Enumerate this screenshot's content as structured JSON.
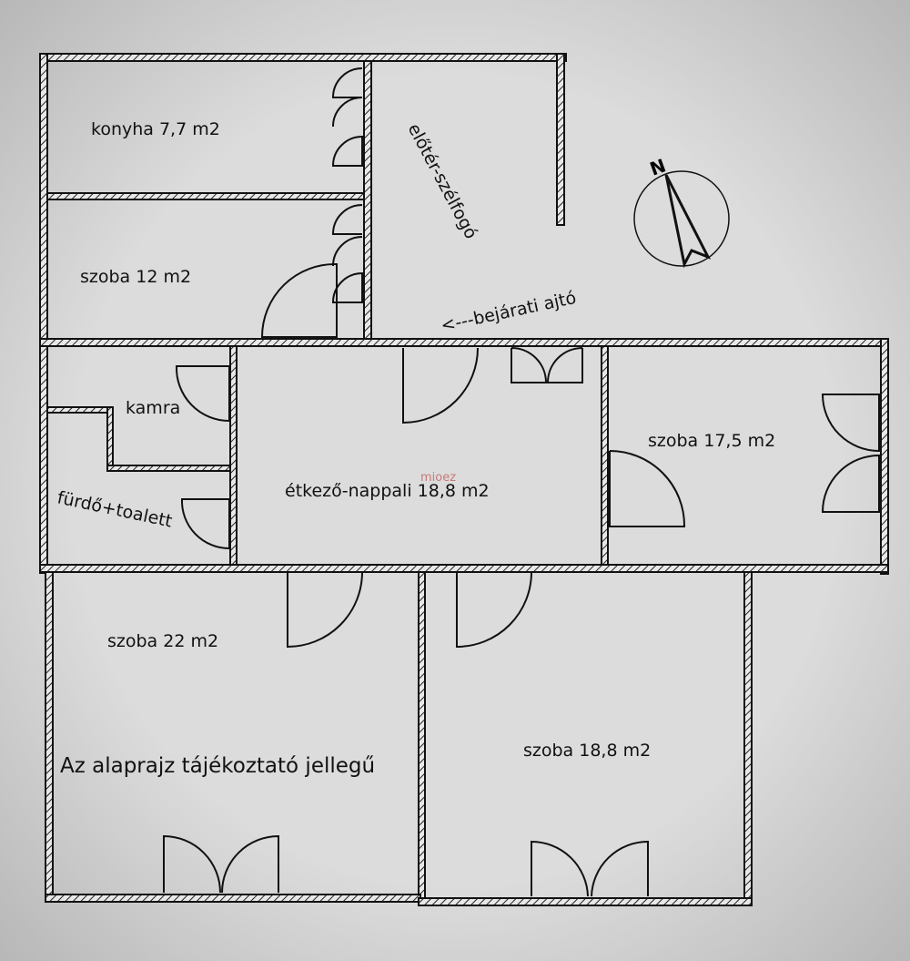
{
  "rooms": {
    "kitchen": "konyha 7,7 m2",
    "hall": "előtér-szélfogó",
    "room12": "szoba 12 m2",
    "entrance": "<---bejárati ajtó",
    "pantry": "kamra",
    "bathroom": "fürdő+toalett",
    "dining_living": "étkező-nappali 18,8 m2",
    "room17": "szoba 17,5 m2",
    "room22": "szoba 22 m2",
    "room18": "szoba 18,8 m2"
  },
  "disclaimer": "Az alaprajz tájékoztató jellegű",
  "compass_label": "N",
  "watermark": "mioez",
  "colors": {
    "background": "#d6d6d6",
    "ink": "#111111"
  }
}
